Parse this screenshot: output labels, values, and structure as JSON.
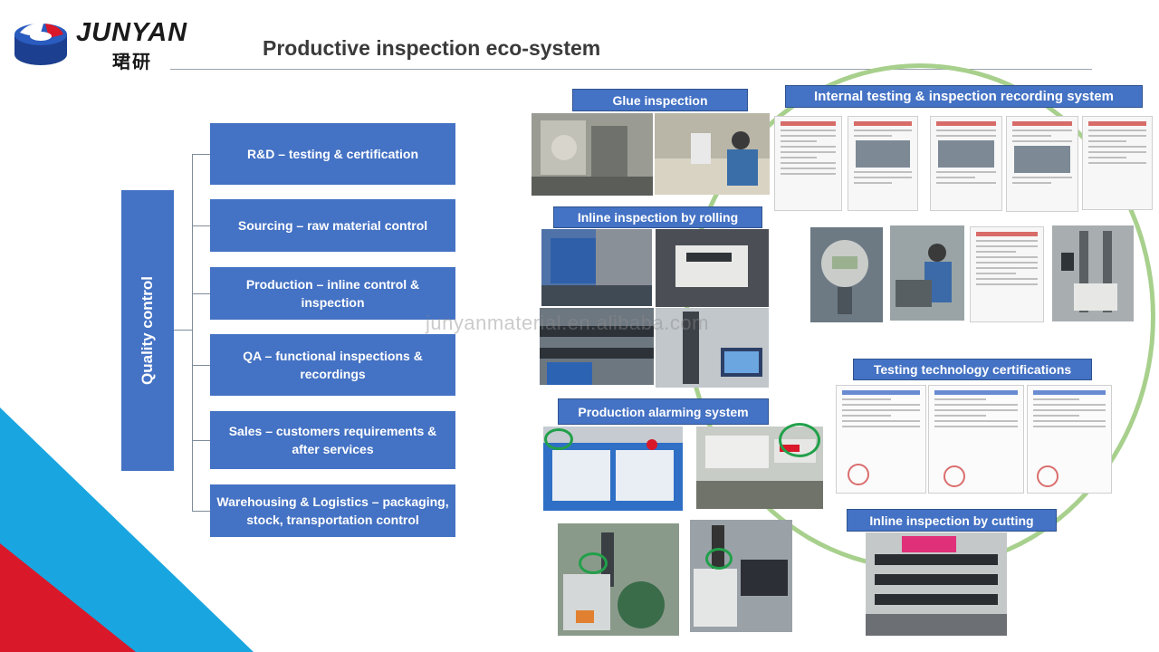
{
  "brand": {
    "name_en": "JUNYAN",
    "name_cn": "珺研",
    "colors": {
      "blue": "#4472c4",
      "red": "#d9182a",
      "cyan": "#19a6e0",
      "green": "#a8d08d"
    }
  },
  "header": {
    "title": "Productive inspection eco-system"
  },
  "quality_control": {
    "label": "Quality control",
    "items": [
      "R&D – testing & certification",
      "Sourcing – raw material control",
      "Production – inline control & inspection",
      "QA – functional inspections & recordings",
      "Sales – customers requirements & after services",
      "Warehousing & Logistics – packaging, stock, transportation control"
    ]
  },
  "sections": {
    "glue": "Glue inspection",
    "internal": "Internal testing & inspection recording system",
    "rolling": "Inline inspection by rolling",
    "alarming": "Production alarming system",
    "certifications": "Testing technology certifications",
    "cutting": "Inline inspection by cutting"
  },
  "watermark": "junyanmaterial.en.alibaba.com"
}
